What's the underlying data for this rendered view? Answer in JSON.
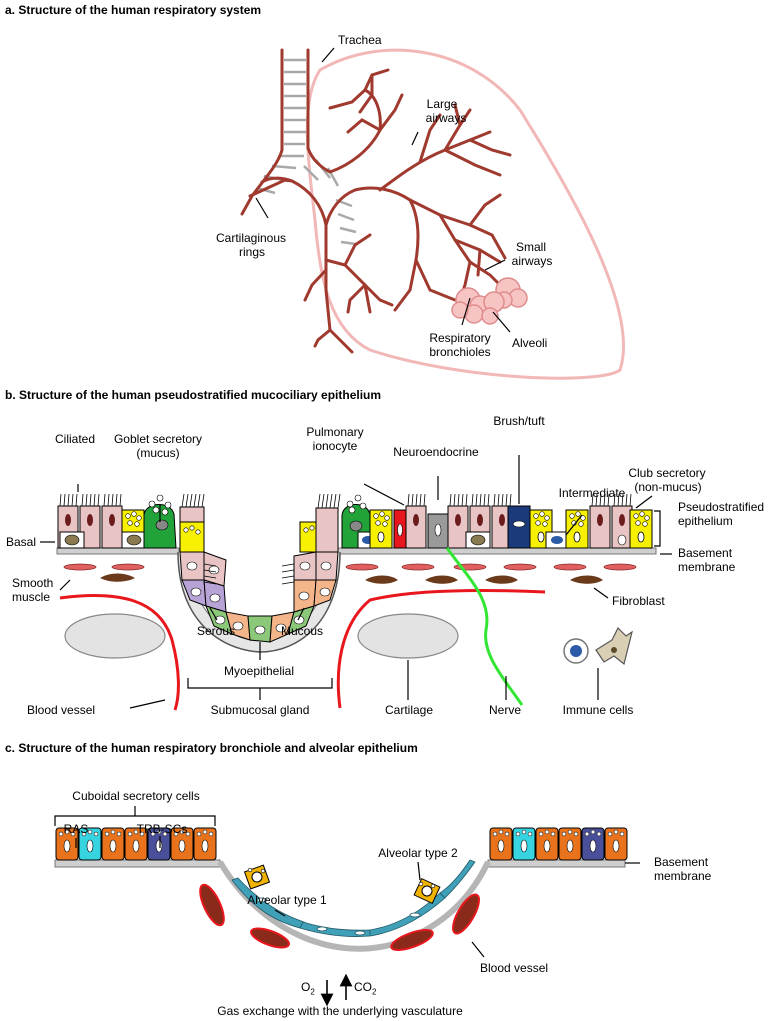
{
  "panel_a": {
    "heading": "a. Structure of the human respiratory system",
    "labels": {
      "trachea": "Trachea",
      "large_airways_1": "Large",
      "large_airways_2": "airways",
      "cartilaginous_1": "Cartilaginous",
      "cartilaginous_2": "rings",
      "small_airways_1": "Small",
      "small_airways_2": "airways",
      "resp_bronch_1": "Respiratory",
      "resp_bronch_2": "bronchioles",
      "alveoli": "Alveoli"
    }
  },
  "panel_b": {
    "heading": "b. Structure of the human pseudostratified mucociliary epithelium",
    "labels": {
      "ciliated": "Ciliated",
      "goblet_1": "Goblet secretory",
      "goblet_2": "(mucus)",
      "pulmonary_1": "Pulmonary",
      "pulmonary_2": "ionocyte",
      "neuroendocrine": "Neuroendocrine",
      "brush": "Brush/tuft",
      "intermediate": "Intermediate",
      "club_1": "Club secretory",
      "club_2": "(non-mucus)",
      "pseudo_1": "Pseudostratified",
      "pseudo_2": "epithelium",
      "basal": "Basal",
      "basement_1": "Basement",
      "basement_2": "membrane",
      "smooth_1": "Smooth",
      "smooth_2": "muscle",
      "fibroblast": "Fibroblast",
      "serous": "Serous",
      "mucous": "Mucous",
      "myoepithelial": "Myoepithelial",
      "blood_vessel": "Blood vessel",
      "submucosal": "Submucosal gland",
      "cartilage": "Cartilage",
      "nerve": "Nerve",
      "immune": "Immune cells"
    }
  },
  "panel_c": {
    "heading": "c. Structure of the human respiratory bronchiole and alveolar epithelium",
    "labels": {
      "cuboidal": "Cuboidal secretory cells",
      "ras": "RAS",
      "trb": "TRB-SCs",
      "at2": "Alveolar type 2",
      "at1": "Alveolar type 1",
      "basement_1": "Basement",
      "basement_2": "membrane",
      "blood_vessel": "Blood vessel",
      "o2": "O",
      "o2_sub": "2",
      "co2": "CO",
      "co2_sub": "2",
      "gas": "Gas exchange with the underlying vasculature"
    }
  },
  "colors": {
    "airway": "#a0392e",
    "lung_outline": "#f2b8b8",
    "ring": "#a9a9a9",
    "ciliated": "#e8c4c4",
    "goblet": "#22a33a",
    "club": "#f7f000",
    "ionocyte": "#e8171d",
    "neuroendocrine": "#9a9a9a",
    "tuft": "#1b3a7a",
    "nucleus": "#6b1c1c",
    "basal_nucleus": "#8a7a50",
    "smooth_muscle": "#e06060",
    "fibroblast": "#6b3a1a",
    "vessel": "#e8171d",
    "nerve": "#33e633",
    "cartilage": "#e3e3e3",
    "serous": "#b7a3d6",
    "mucous": "#f5b58a",
    "myo": "#8cc87a",
    "cuboidal": "#e8731c",
    "ras": "#35d4e0",
    "trb": "#4a4f9a",
    "at1": "#3fa0b8",
    "at2": "#f0b400"
  }
}
